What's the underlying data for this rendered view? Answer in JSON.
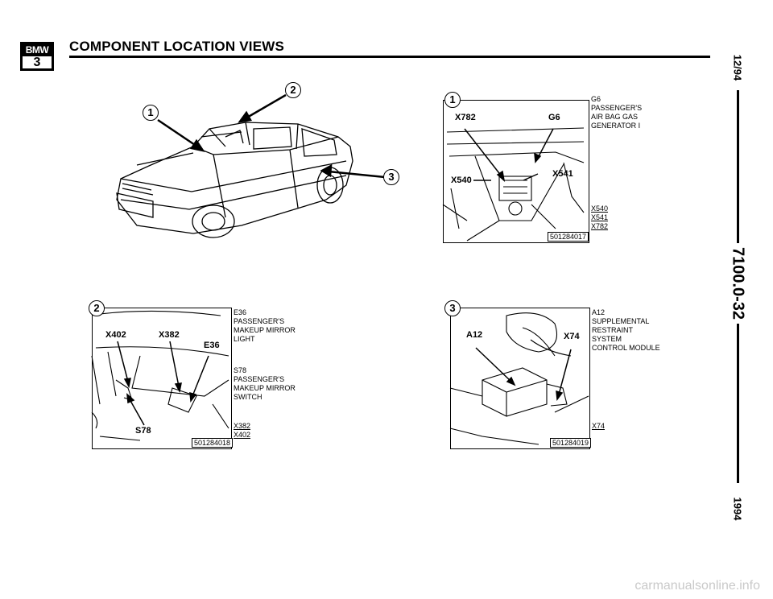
{
  "header": {
    "logo_top": "BMW",
    "logo_bottom": "3",
    "title": "COMPONENT LOCATION VIEWS"
  },
  "sidebar": {
    "date": "12/94",
    "page": "7100.0-32",
    "year": "1994"
  },
  "overview": {
    "callouts": [
      "1",
      "2",
      "3"
    ]
  },
  "detail1": {
    "number": "1",
    "labels": [
      "X782",
      "G6",
      "X540",
      "X541"
    ],
    "image_code": "501284017",
    "legend_top": [
      "G6",
      "PASSENGER'S",
      "AIR BAG GAS",
      "GENERATOR I"
    ],
    "legend_bottom": [
      "X540",
      "X541",
      "X782"
    ]
  },
  "detail2": {
    "number": "2",
    "labels": [
      "X402",
      "X382",
      "E36",
      "S78"
    ],
    "image_code": "501284018",
    "legend_top": [
      "E36",
      "PASSENGER'S",
      "MAKEUP MIRROR",
      "LIGHT"
    ],
    "legend_mid": [
      "S78",
      "PASSENGER'S",
      "MAKEUP MIRROR",
      "SWITCH"
    ],
    "legend_bottom": [
      "X382",
      "X402"
    ]
  },
  "detail3": {
    "number": "3",
    "labels": [
      "A12",
      "X74"
    ],
    "image_code": "501284019",
    "legend_top": [
      "A12",
      "SUPPLEMENTAL",
      "RESTRAINT",
      "SYSTEM",
      "CONTROL MODULE"
    ],
    "legend_bottom": [
      "X74"
    ]
  },
  "footer": {
    "watermark": "carmanualsonline.info"
  }
}
